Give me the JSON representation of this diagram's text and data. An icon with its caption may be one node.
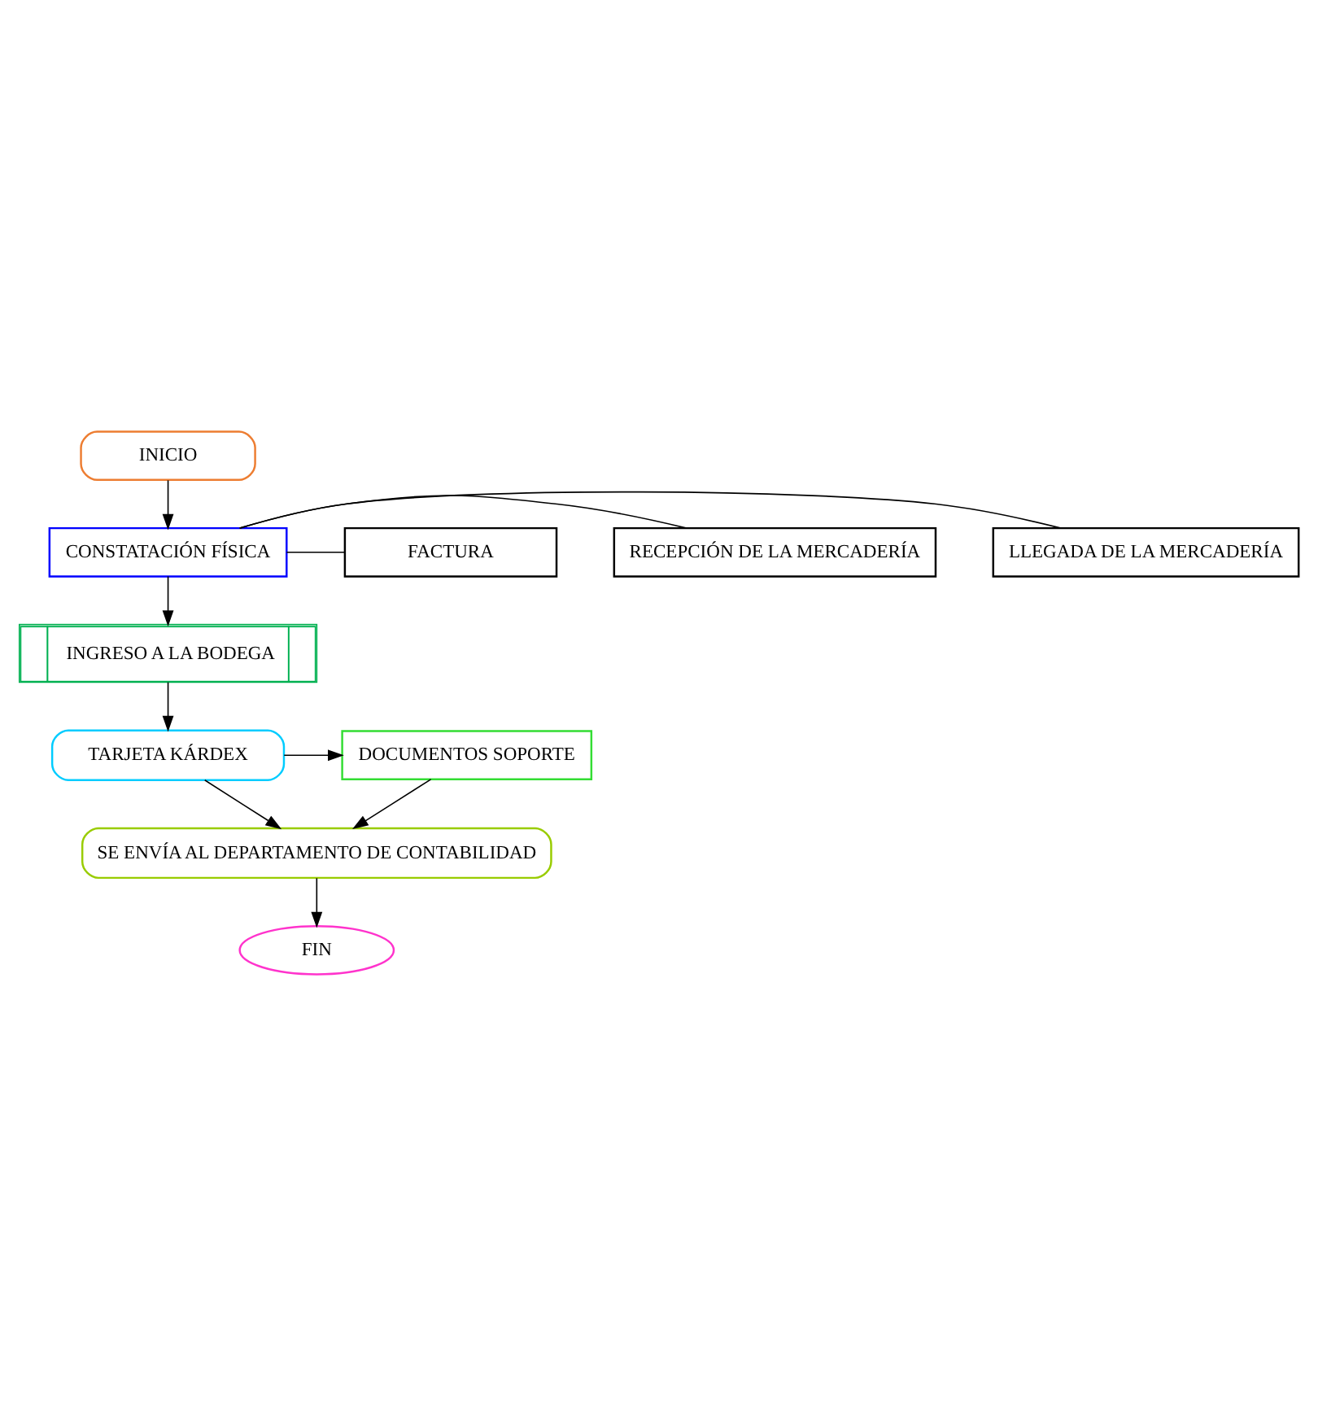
{
  "diagram": {
    "nodes": [
      {
        "text": [
          "INICIO"
        ]
      },
      {
        "text": [
          "CONSTATACIÓN FÍSICA"
        ]
      },
      {
        "text": [
          "LLEGADA DE LA MERCADERÍA"
        ]
      },
      {
        "text": [
          "RECEPCIÓN DE LA MERCADERÍA"
        ]
      },
      {
        "text": [
          "FACTURA"
        ]
      },
      {
        "text": [
          "INGRESO A LA BODEGA"
        ]
      },
      {
        "text": [
          "TARJETA KÁRDEX"
        ]
      },
      {
        "text": [
          "DOCUMENTOS SOPORTE"
        ]
      },
      {
        "text": [
          "SE ENVÍA AL DEPARTAMENTO DE CONTABILIDAD"
        ]
      },
      {
        "text": [
          "FIN"
        ]
      }
    ],
    "edges": [
      {
        "from": 0,
        "to": 1,
        "arrow": "to"
      },
      {
        "from": 1,
        "to": 2,
        "arrow": "none"
      },
      {
        "from": 1,
        "to": 3,
        "arrow": "none"
      },
      {
        "from": 1,
        "to": 4,
        "arrow": "none"
      },
      {
        "from": 1,
        "to": 5,
        "arrow": "to"
      },
      {
        "from": 5,
        "to": 6,
        "arrow": "to"
      },
      {
        "from": 6,
        "to": 7,
        "arrow": "to"
      },
      {
        "from": 6,
        "to": 8,
        "arrow": "to"
      },
      {
        "from": 7,
        "to": 8,
        "arrow": "to"
      },
      {
        "from": 8,
        "to": 9,
        "arrow": "to"
      }
    ]
  }
}
